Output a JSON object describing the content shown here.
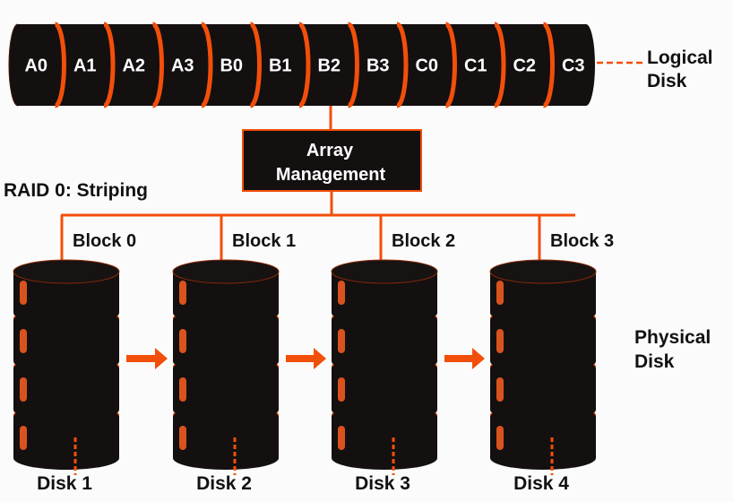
{
  "title": "RAID 0: Striping",
  "colors": {
    "accent": "#f24f0a",
    "disk_body": "#141010",
    "indicator": "#d9531e",
    "text": "#111111",
    "background": "#fbfbfc"
  },
  "logical_disk": {
    "label_line1": "Logical",
    "label_line2": "Disk",
    "segments": [
      "A0",
      "A1",
      "A2",
      "A3",
      "B0",
      "B1",
      "B2",
      "B3",
      "C0",
      "C1",
      "C2",
      "C3"
    ]
  },
  "array_management": {
    "line1": "Array",
    "line2": "Management"
  },
  "blocks": [
    "Block 0",
    "Block 1",
    "Block 2",
    "Block 3"
  ],
  "physical_disk": {
    "label_line1": "Physical",
    "label_line2": "Disk",
    "platters_per_disk": 4
  },
  "disks": [
    "Disk 1",
    "Disk 2",
    "Disk 3",
    "Disk 4"
  ]
}
